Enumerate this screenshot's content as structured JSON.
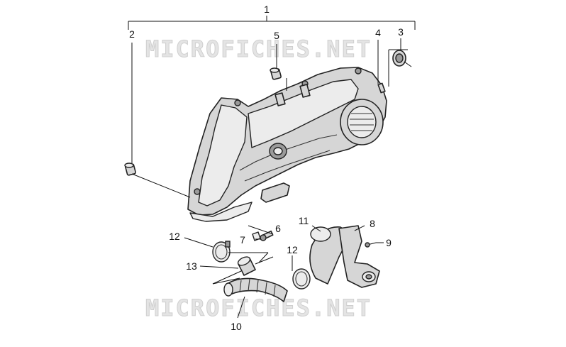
{
  "watermark_text": "MICROFICHES.NET",
  "callouts": {
    "c1": "1",
    "c2": "2",
    "c3": "3",
    "c4": "4",
    "c5": "5",
    "c6": "6",
    "c7": "7",
    "c8": "8",
    "c9": "9",
    "c10": "10",
    "c11": "11",
    "c12a": "12",
    "c12b": "12",
    "c13": "13"
  },
  "colors": {
    "line": "#111111",
    "part_fill": "#d6d6d6",
    "watermark": "#e4e4e4"
  }
}
